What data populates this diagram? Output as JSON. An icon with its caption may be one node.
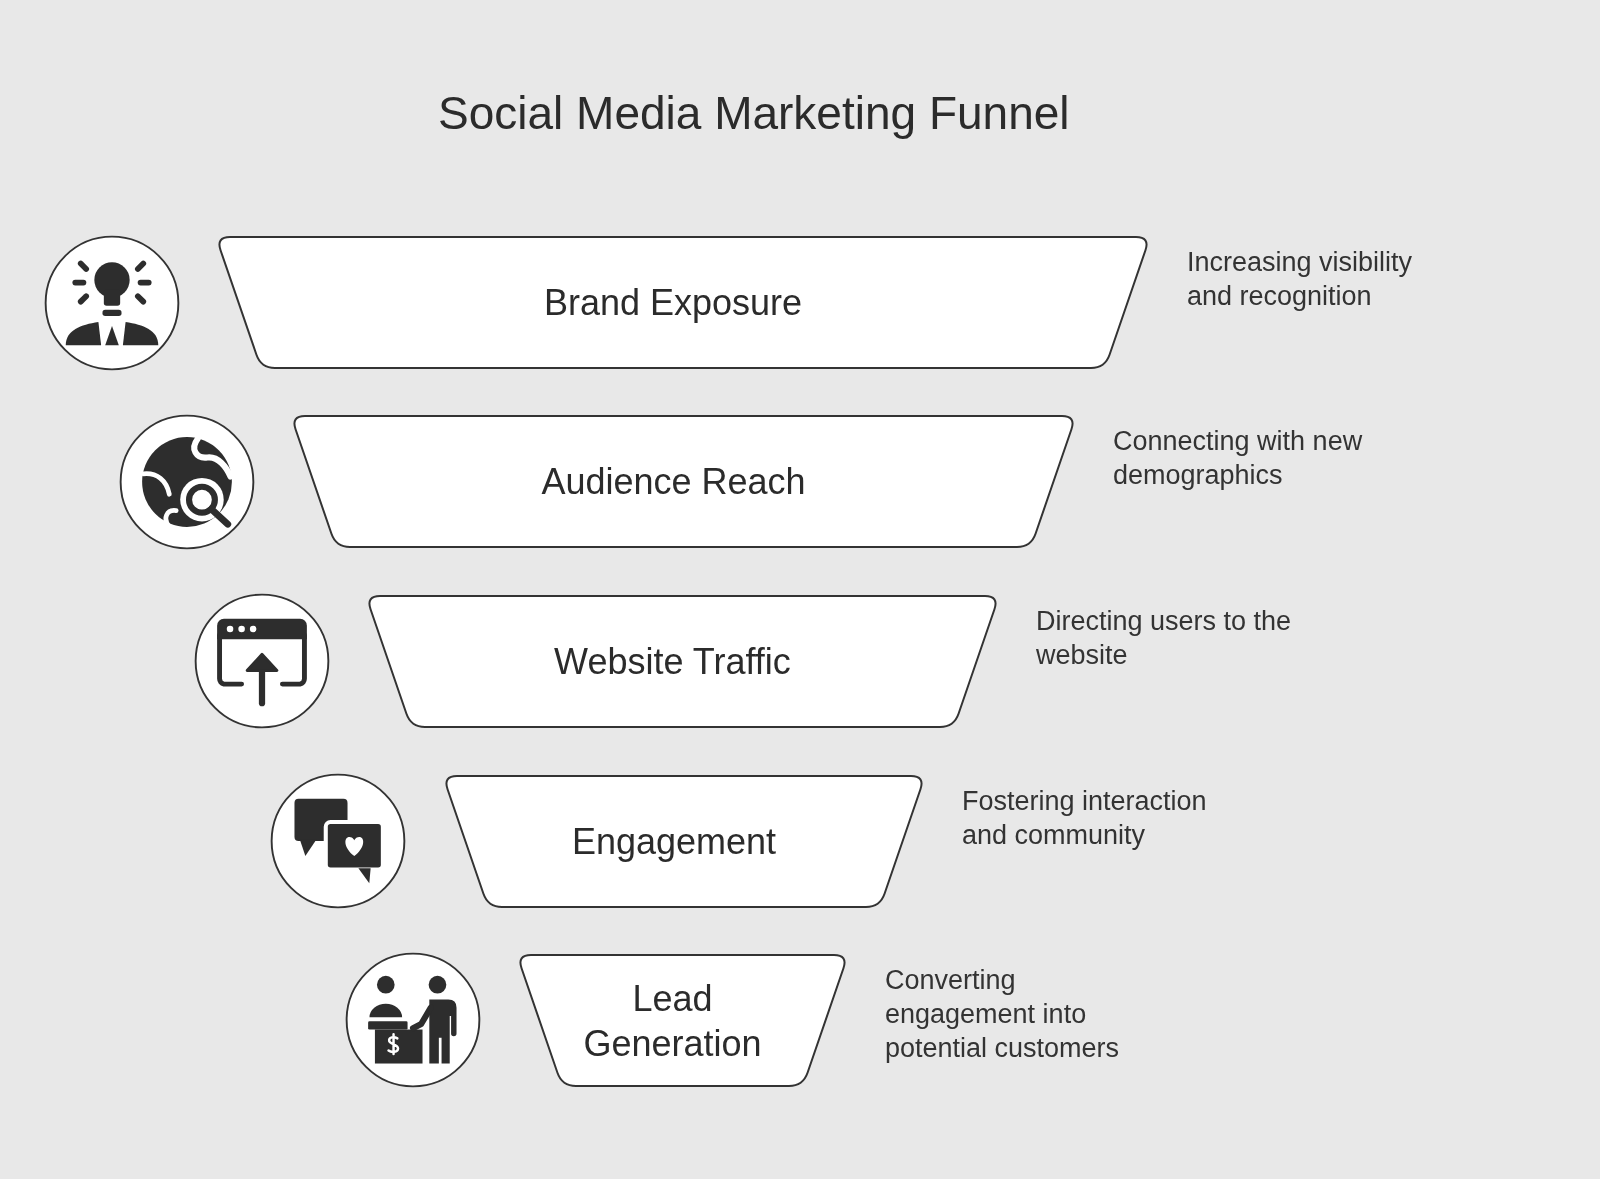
{
  "diagram": {
    "title": "Social Media Marketing Funnel",
    "nodes": [
      {
        "text": [
          "Brand Exposure"
        ],
        "beside": [
          "Increasing visibility and recognition"
        ]
      },
      {
        "text": [
          "Audience Reach"
        ],
        "beside": [
          "Connecting with new demographics"
        ]
      },
      {
        "text": [
          "Website Traffic"
        ],
        "beside": [
          "Directing users to the website"
        ]
      },
      {
        "text": [
          "Engagement"
        ],
        "beside": [
          "Fostering interaction and community"
        ]
      },
      {
        "text": [
          "Lead Generation"
        ],
        "beside": [
          "Converting engagement into potential customers"
        ]
      }
    ]
  }
}
